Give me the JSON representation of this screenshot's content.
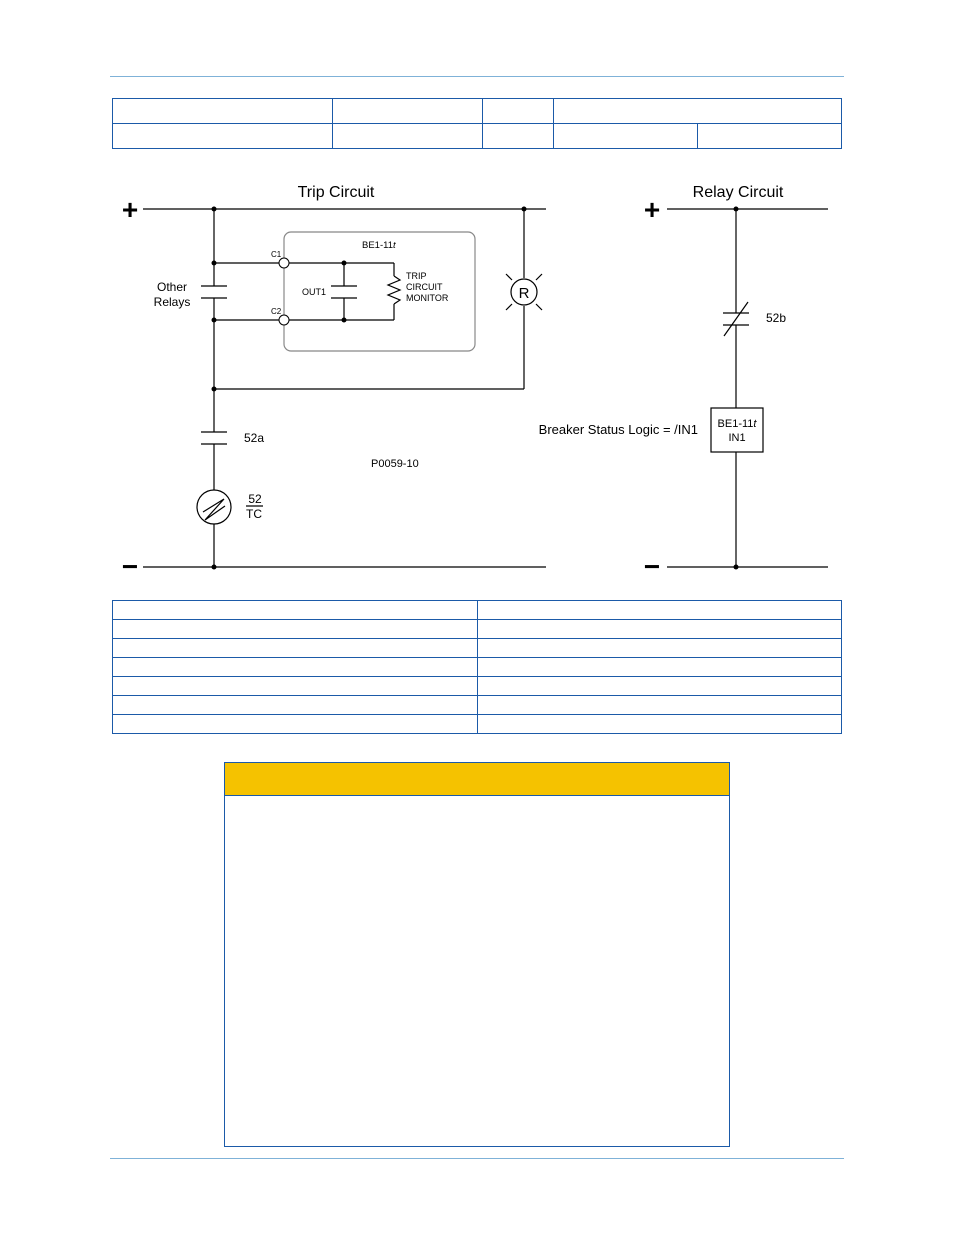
{
  "diagram": {
    "figure_id": "P0059-10",
    "trip_circuit": {
      "title": "Trip Circuit",
      "plus": "+",
      "minus": "−",
      "other_relays_line1": "Other",
      "other_relays_line2": "Relays",
      "relay_name": "BE1-11",
      "relay_suffix": "t",
      "terminal_c1": "C1",
      "terminal_c2": "C2",
      "out1": "OUT1",
      "monitor_line1": "TRIP",
      "monitor_line2": "CIRCUIT",
      "monitor_line3": "MONITOR",
      "lamp": "R",
      "contact_52a": "52a",
      "coil_top": "52",
      "coil_bottom": "TC"
    },
    "relay_circuit": {
      "title": "Relay Circuit",
      "plus": "+",
      "minus": "−",
      "contact_52b": "52b",
      "status_logic": "Breaker Status Logic = /IN1",
      "box_line1": "BE1-11",
      "box_suffix": "t",
      "box_line2": "IN1"
    }
  },
  "colors": {
    "header_band": "#f5c200",
    "table_border": "#1b5aa8",
    "page_rule": "#7fb2d8"
  }
}
